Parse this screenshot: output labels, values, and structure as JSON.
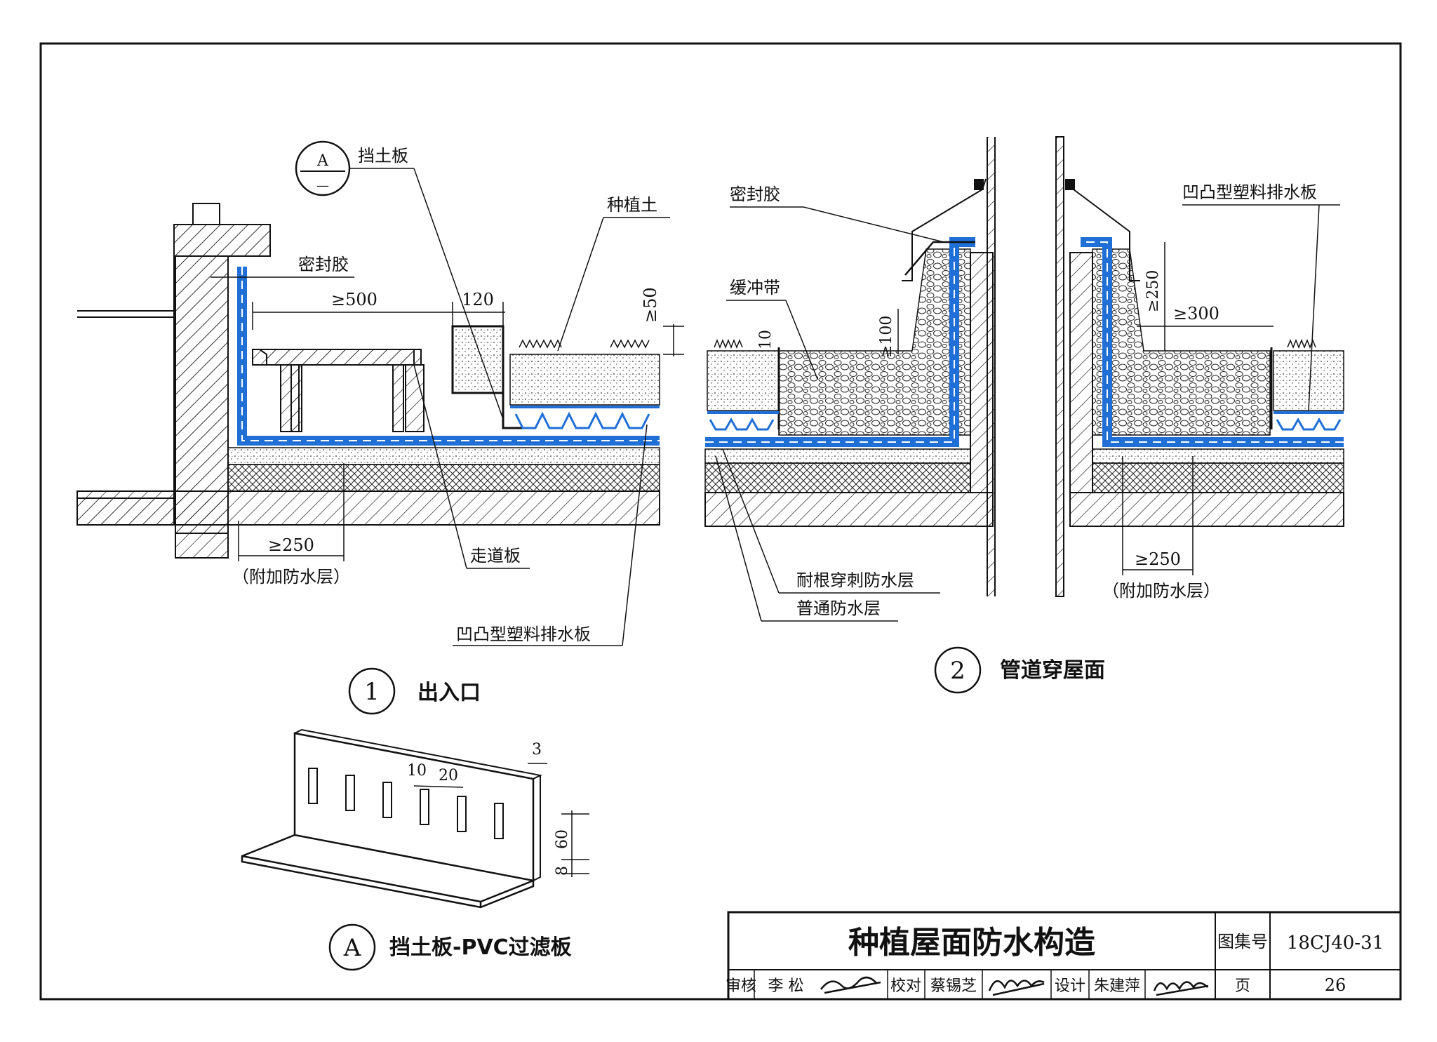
{
  "detail1": {
    "callout_ref": "A",
    "callout_sub": "—",
    "label_retaining_plate": "挡土板",
    "label_sealant": "密封胶",
    "label_planting_soil": "种植土",
    "dim_walk_width": "≥500",
    "dim_plate_width": "120",
    "dim_soil_height": "≥50",
    "dim_extra_layer": "≥250",
    "note_extra_layer": "（附加防水层）",
    "label_walkway_slab": "走道板",
    "label_drain_board": "凹凸型塑料排水板",
    "number": "1",
    "title": "出入口"
  },
  "detail2": {
    "label_sealant": "密封胶",
    "label_buffer_strip": "缓冲带",
    "label_drain_board": "凹凸型塑料排水板",
    "dim_10": "10",
    "dim_100": "≥100",
    "dim_250_vertical": "≥250",
    "dim_300": "≥300",
    "dim_extra_layer": "≥250",
    "note_extra_layer": "（附加防水层）",
    "label_root_barrier": "耐根穿刺防水层",
    "label_common_layer": "普通防水层",
    "number": "2",
    "title": "管道穿屋面"
  },
  "detailA": {
    "dim_thickness": "3",
    "dim_slot_width": "10",
    "dim_slot_gap": "20",
    "dim_height": "60",
    "dim_base": "8",
    "number": "A",
    "title": "挡土板-PVC过滤板"
  },
  "titleblock": {
    "drawing_title": "种植屋面防水构造",
    "atlas_label": "图集号",
    "atlas_no": "18CJ40-31",
    "review_label": "审核",
    "reviewer": "李 松",
    "check_label": "校对",
    "checker": "蔡锡芝",
    "design_label": "设计",
    "designer": "朱建萍",
    "page_label": "页",
    "page_no": "26"
  },
  "colors": {
    "waterproof": "#1f6fd6",
    "line": "#111111"
  }
}
